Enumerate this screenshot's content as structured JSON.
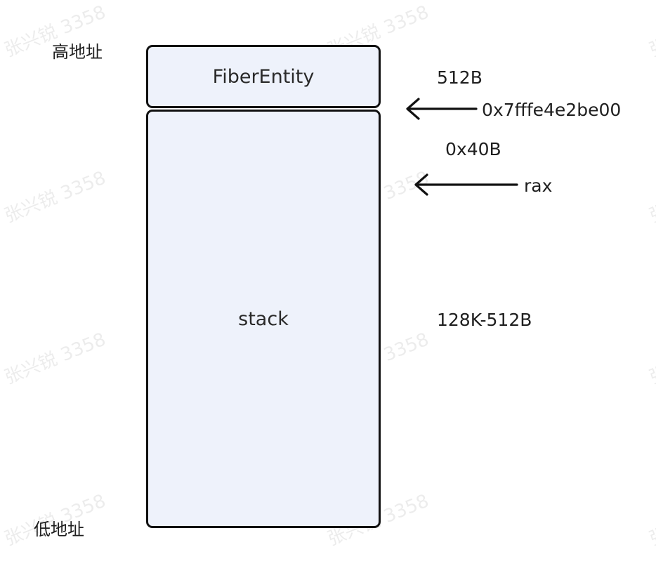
{
  "watermark": "张兴锐 3358",
  "labels": {
    "high_address": "高地址",
    "low_address": "低地址"
  },
  "blocks": {
    "fiber_entity": "FiberEntity",
    "stack": "stack"
  },
  "annotations": {
    "fiber_size": "512B",
    "fiber_boundary_address": "0x7fffe4e2be00",
    "offset": "0x40B",
    "rax": "rax",
    "stack_size": "128K-512B"
  },
  "colors": {
    "block_fill": "#eef2fb",
    "block_border": "#111111",
    "arrow": "#111111"
  }
}
